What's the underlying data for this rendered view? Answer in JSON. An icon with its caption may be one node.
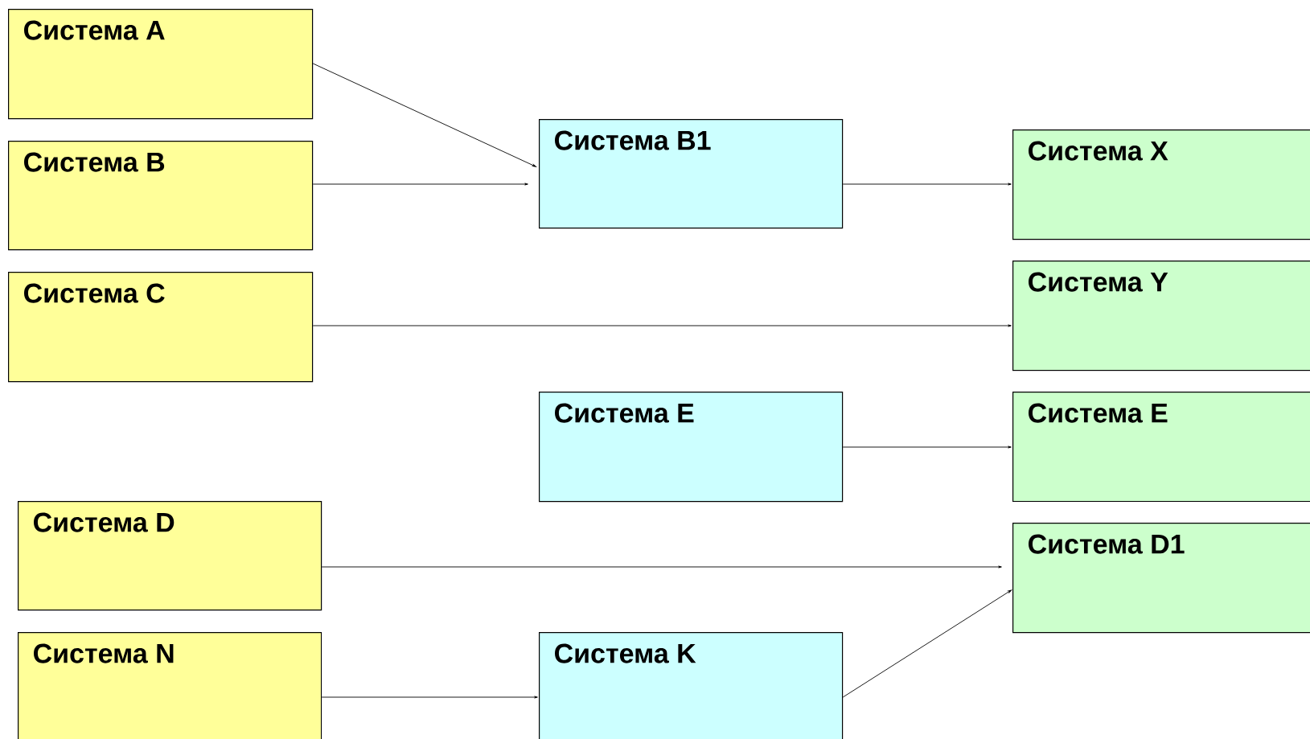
{
  "diagram": {
    "nodes": [
      {
        "text": [
          "Система A"
        ]
      },
      {
        "text": [
          "Система B"
        ]
      },
      {
        "text": [
          "Система C"
        ]
      },
      {
        "text": [
          "Система D"
        ]
      },
      {
        "text": [
          "Система N"
        ]
      },
      {
        "text": [
          "Система B1"
        ]
      },
      {
        "text": [
          "Система E"
        ]
      },
      {
        "text": [
          "Система K"
        ]
      },
      {
        "text": [
          "Система X"
        ]
      },
      {
        "text": [
          "Система Y"
        ]
      },
      {
        "text": [
          "Система E"
        ]
      },
      {
        "text": [
          "Система D1"
        ]
      }
    ],
    "edges": [
      {
        "from": 0,
        "to": 5,
        "arrow": "to"
      },
      {
        "from": 1,
        "to": 5,
        "arrow": "to"
      },
      {
        "from": 5,
        "to": 8,
        "arrow": "to"
      },
      {
        "from": 2,
        "to": 9,
        "arrow": "to"
      },
      {
        "from": 6,
        "to": 10,
        "arrow": "to"
      },
      {
        "from": 3,
        "to": 11,
        "arrow": "to"
      },
      {
        "from": 4,
        "to": 7,
        "arrow": "to"
      },
      {
        "from": 7,
        "to": 11,
        "arrow": "to"
      }
    ]
  }
}
